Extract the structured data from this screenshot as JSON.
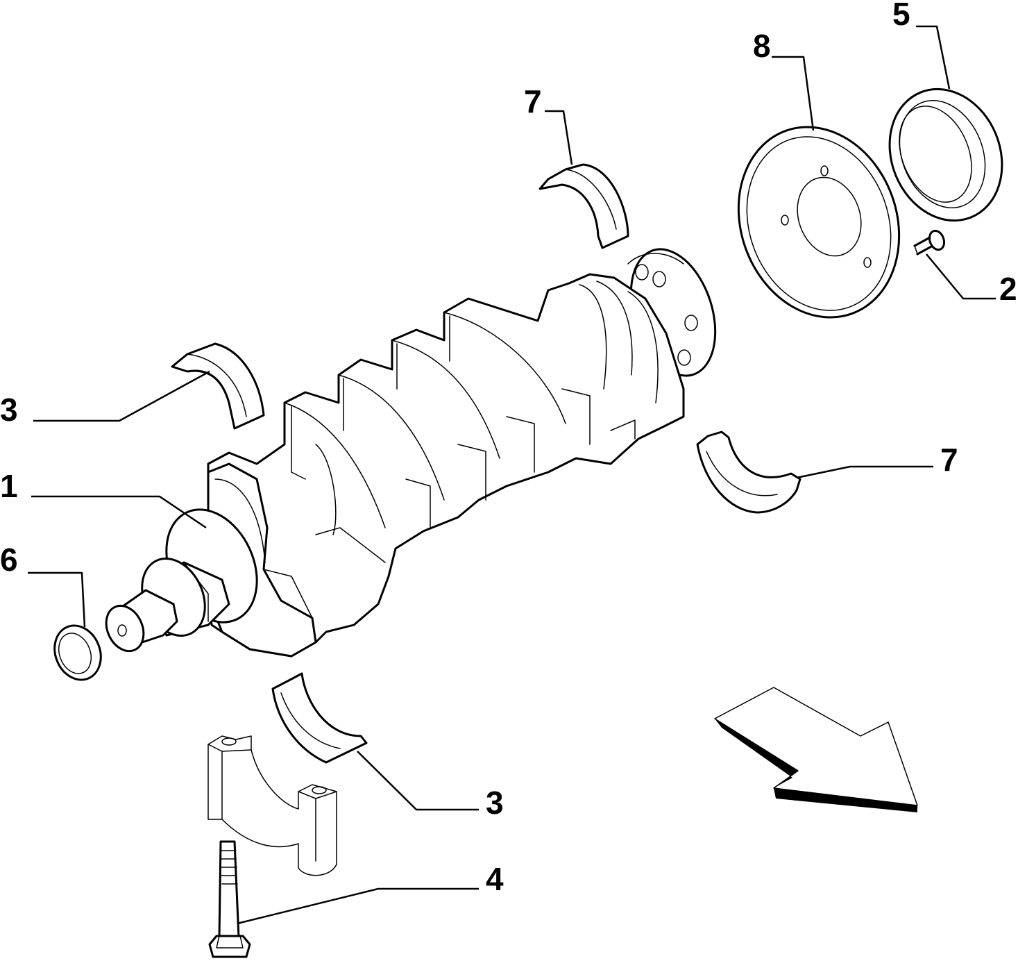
{
  "callouts": {
    "c1": "1",
    "c2": "2",
    "c3_left": "3",
    "c3_bottom": "3",
    "c4": "4",
    "c5": "5",
    "c6": "6",
    "c7_top": "7",
    "c7_right": "7",
    "c8": "8"
  }
}
